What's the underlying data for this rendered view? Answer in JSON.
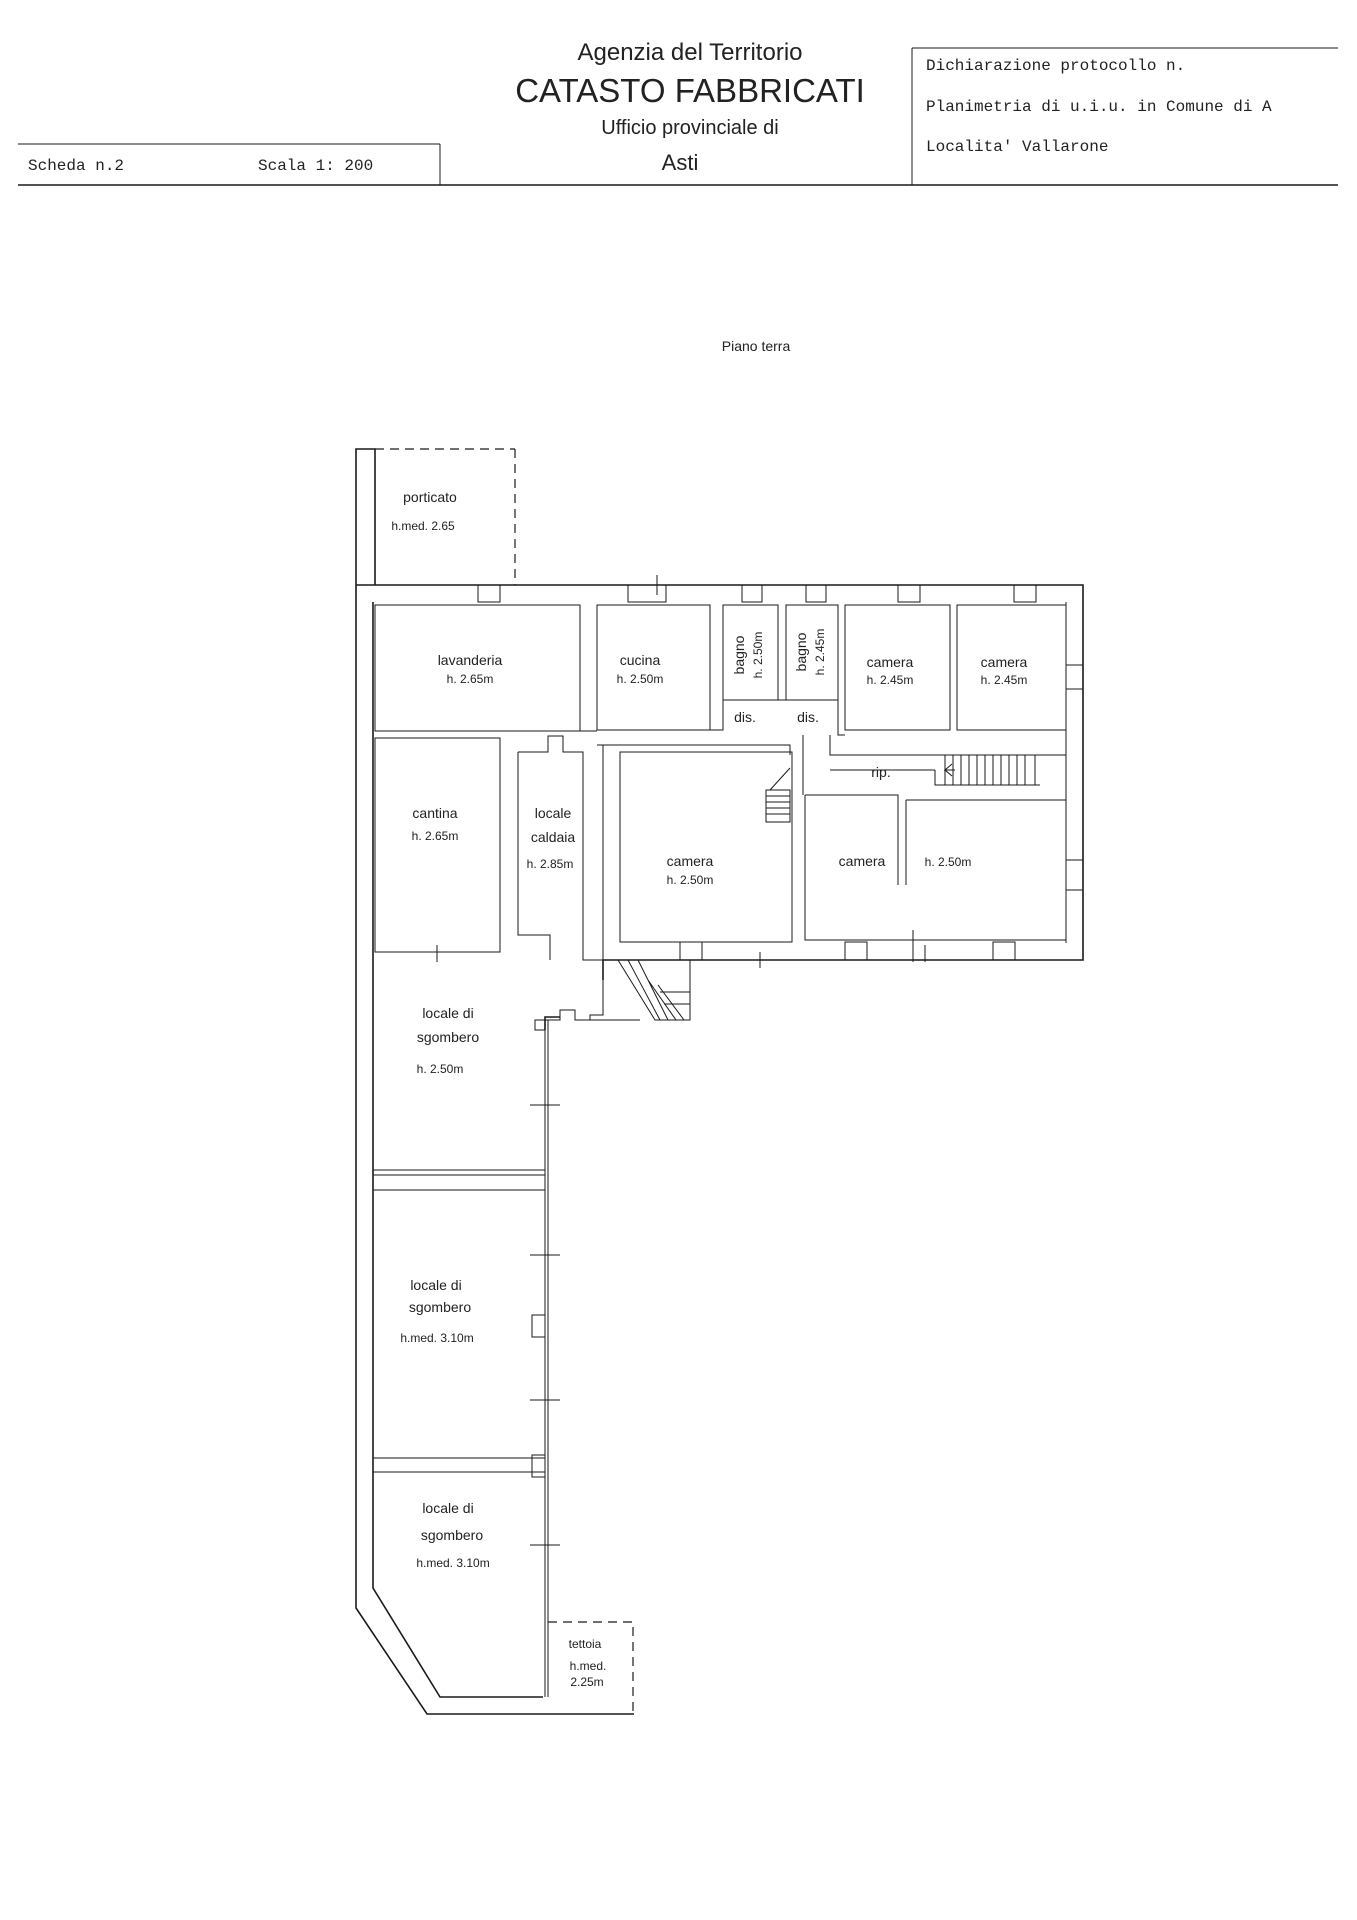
{
  "header": {
    "agency": "Agenzia del Territorio",
    "catasto": "CATASTO FABBRICATI",
    "office": "Ufficio provinciale di",
    "city": "Asti",
    "scheda": "Scheda n.2",
    "scala": "Scala 1: 200",
    "protocollo": "Dichiarazione protocollo n.",
    "planimetria": "Planimetria di u.i.u. in Comune di A",
    "localita": "Localita' Vallarone"
  },
  "floor_title": "Piano terra",
  "rooms": {
    "porticato": {
      "name": "porticato",
      "height": "h.med. 2.65"
    },
    "lavanderia": {
      "name": "lavanderia",
      "height": "h. 2.65m"
    },
    "cucina": {
      "name": "cucina",
      "height": "h. 2.50m"
    },
    "bagno1": {
      "name": "bagno",
      "height": "h. 2.50m"
    },
    "bagno2": {
      "name": "bagno",
      "height": "h. 2.45m"
    },
    "camera1": {
      "name": "camera",
      "height": "h. 2.45m"
    },
    "camera2": {
      "name": "camera",
      "height": "h. 2.45m"
    },
    "dis1": {
      "name": "dis."
    },
    "dis2": {
      "name": "dis."
    },
    "rip": {
      "name": "rip."
    },
    "cantina": {
      "name": "cantina",
      "height": "h. 2.65m"
    },
    "caldaia": {
      "name_line1": "locale",
      "name_line2": "caldaia",
      "height": "h. 2.85m"
    },
    "camera3": {
      "name": "camera",
      "height": "h. 2.50m"
    },
    "camera4": {
      "name": "camera",
      "height": "h. 2.50m"
    },
    "sgombero1": {
      "name_line1": "locale di",
      "name_line2": "sgombero",
      "height": "h. 2.50m"
    },
    "sgombero2": {
      "name_line1": "locale di",
      "name_line2": "sgombero",
      "height": "h.med. 3.10m"
    },
    "sgombero3": {
      "name_line1": "locale di",
      "name_line2": "sgombero",
      "height": "h.med. 3.10m"
    },
    "tettoia": {
      "name": "tettoia",
      "height_line1": "h.med.",
      "height_line2": "2.25m"
    }
  }
}
